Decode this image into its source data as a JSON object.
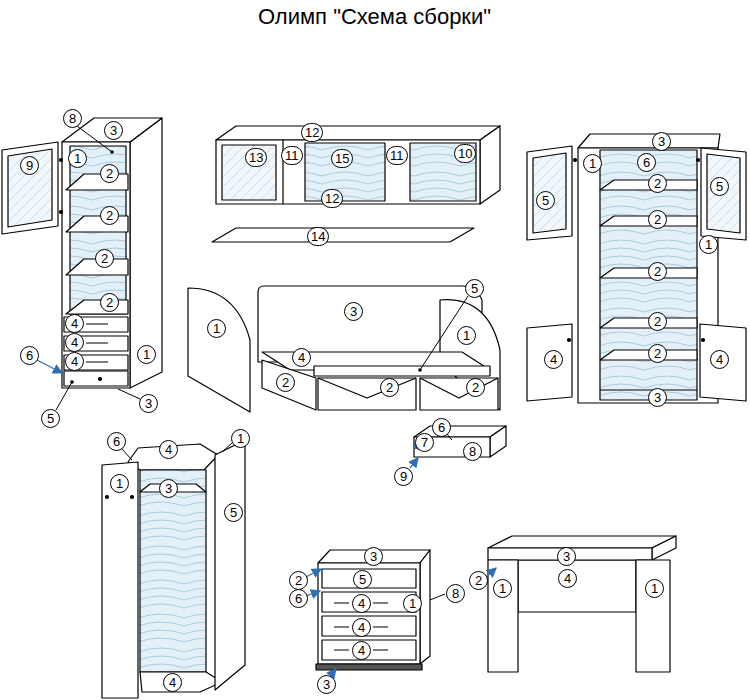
{
  "diagram": {
    "title": "Олимп \"Схема сборки\"",
    "labels": [
      "8",
      "3",
      "9",
      "1",
      "2",
      "2",
      "2",
      "2",
      "4",
      "4",
      "4",
      "1",
      "6",
      "5",
      "3",
      "12",
      "13",
      "11",
      "15",
      "11",
      "10",
      "12",
      "14",
      "3",
      "1",
      "6",
      "5",
      "5",
      "2",
      "2",
      "1",
      "2",
      "2",
      "2",
      "4",
      "4",
      "3",
      "1",
      "3",
      "5",
      "1",
      "4",
      "2",
      "2",
      "2",
      "6",
      "7",
      "8",
      "9",
      "6",
      "4",
      "1",
      "1",
      "3",
      "5",
      "4",
      "3",
      "2",
      "5",
      "6",
      "1",
      "8",
      "4",
      "4",
      "4",
      "3",
      "3",
      "2",
      "4",
      "1",
      "1"
    ]
  }
}
